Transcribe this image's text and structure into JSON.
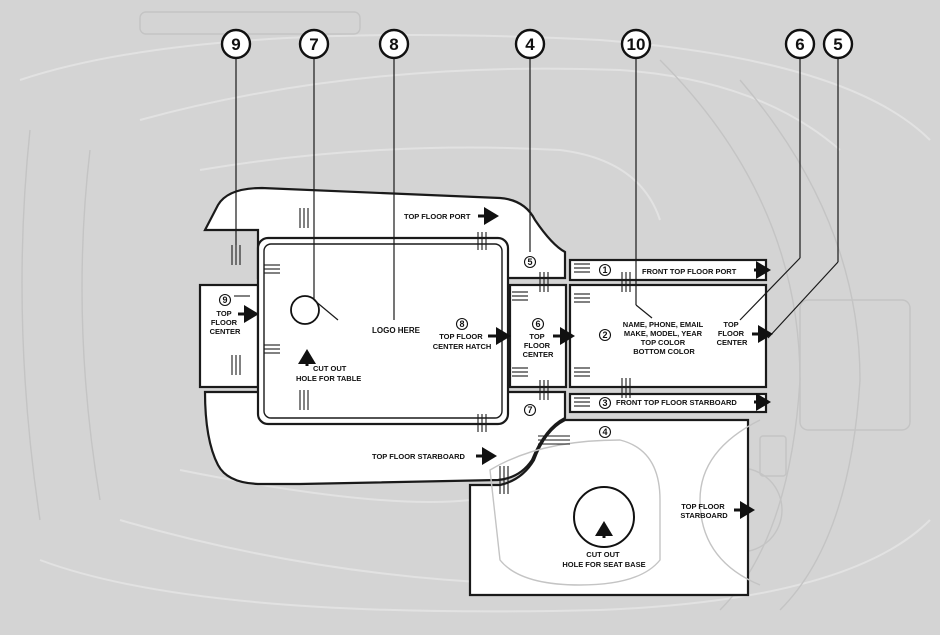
{
  "callouts": [
    "9",
    "7",
    "8",
    "4",
    "10",
    "6",
    "5"
  ],
  "piece_numbers": [
    "1",
    "2",
    "3",
    "4",
    "5",
    "6",
    "7",
    "8",
    "9"
  ],
  "labels": {
    "top_floor_port": "TOP FLOOR PORT",
    "front_top_floor_port": "FRONT TOP FLOOR PORT",
    "front_top_floor_starboard": "FRONT TOP FLOOR STARBOARD",
    "top_floor_starboard": "TOP FLOOR STARBOARD",
    "logo_here": "LOGO HERE",
    "table_cutout": [
      "CUT OUT",
      "HOLE FOR TABLE"
    ],
    "center_hatch": [
      "TOP FLOOR",
      "CENTER HATCH"
    ],
    "piece6_center": [
      "TOP",
      "FLOOR",
      "CENTER"
    ],
    "piece9_center": [
      "TOP",
      "FLOOR",
      "CENTER"
    ],
    "right_center": [
      "TOP",
      "FLOOR",
      "CENTER"
    ],
    "info": [
      "NAME, PHONE, EMAIL",
      "MAKE, MODEL, YEAR",
      "TOP COLOR",
      "BOTTOM COLOR"
    ],
    "seat_cutout": [
      "CUT OUT",
      "HOLE FOR SEAT BASE"
    ],
    "aft_starboard": [
      "TOP FLOOR",
      "STARBOARD"
    ]
  },
  "colors": {
    "background": "#d4d4d4",
    "piece_fill": "#ffffff",
    "outline": "#1a1a1a",
    "boat_lines": "#e2e2e2"
  }
}
